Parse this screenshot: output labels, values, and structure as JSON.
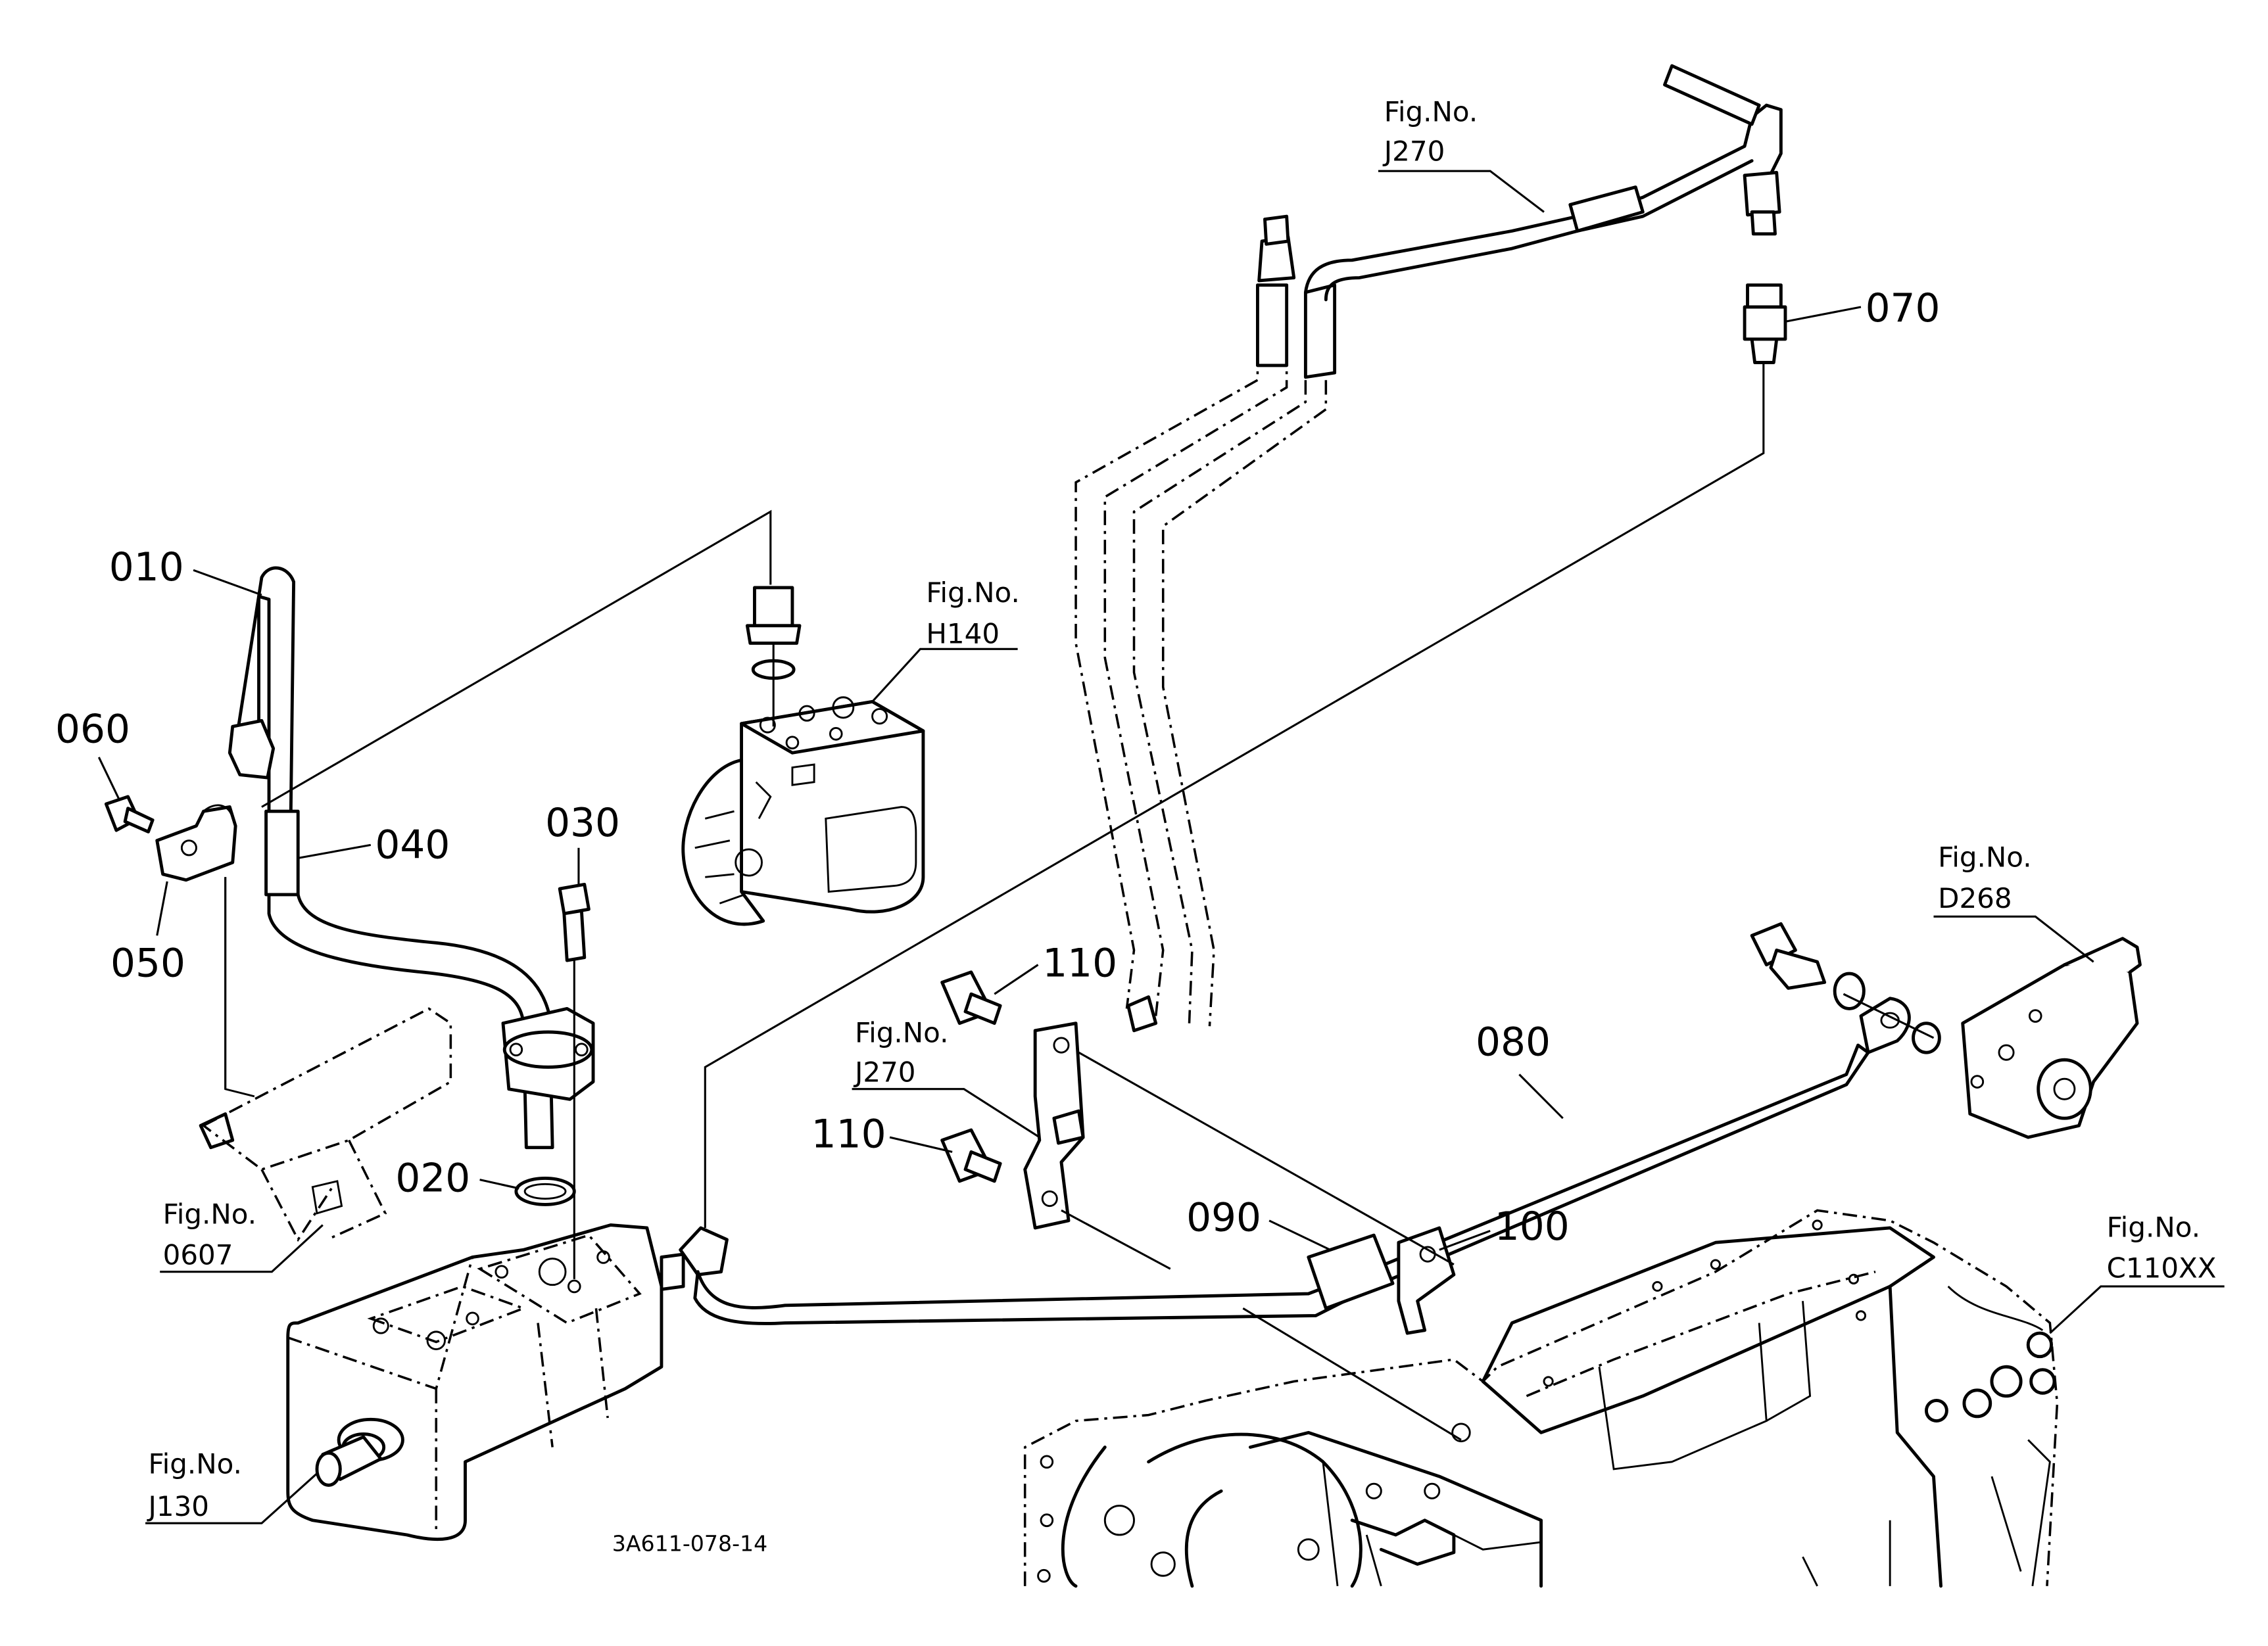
{
  "parts": [
    "010",
    "020",
    "030",
    "040",
    "050",
    "060",
    "070",
    "080",
    "090",
    "100",
    "110",
    "110"
  ],
  "figure_refs": [
    {
      "line1": "Fig.No.",
      "line2": "J270"
    },
    {
      "line1": "Fig.No.",
      "line2": "H140"
    },
    {
      "line1": "Fig.No.",
      "line2": "J270"
    },
    {
      "line1": "Fig.No.",
      "line2": "D268"
    },
    {
      "line1": "Fig.No.",
      "line2": "0607"
    },
    {
      "line1": "Fig.No.",
      "line2": "C110XX"
    },
    {
      "line1": "Fig.No.",
      "line2": "J130"
    }
  ],
  "drawing_code": "3A611-078-14"
}
